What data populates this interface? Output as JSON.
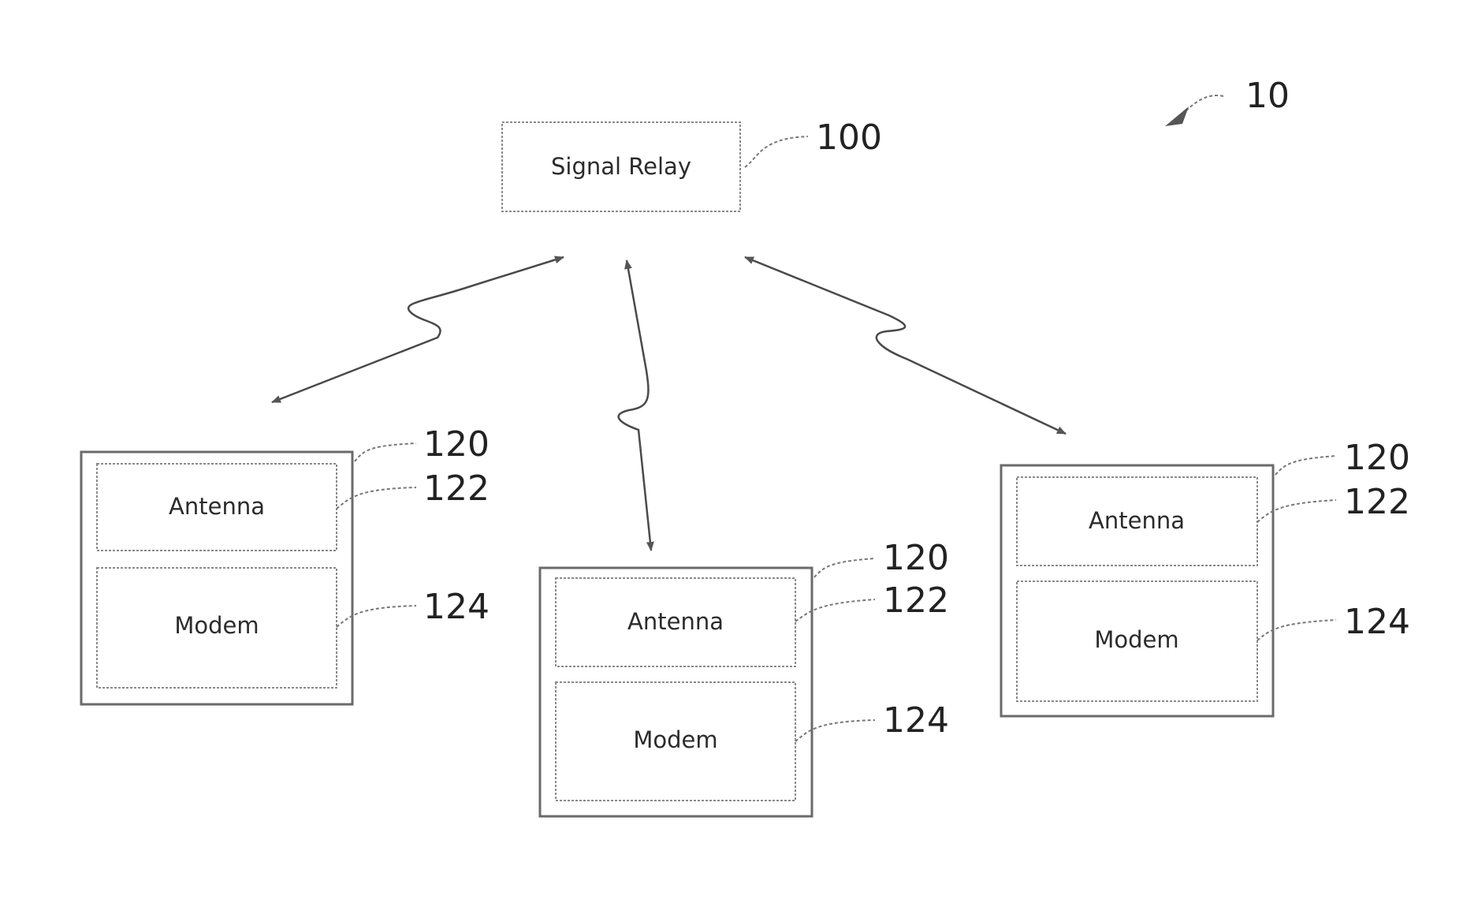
{
  "figure_ref": "10",
  "signal_relay": {
    "label": "Signal Relay",
    "ref": "100"
  },
  "devices": [
    {
      "ref": "120",
      "antenna": {
        "label": "Antenna",
        "ref": "122"
      },
      "modem": {
        "label": "Modem",
        "ref": "124"
      }
    },
    {
      "ref": "120",
      "antenna": {
        "label": "Antenna",
        "ref": "122"
      },
      "modem": {
        "label": "Modem",
        "ref": "124"
      }
    },
    {
      "ref": "120",
      "antenna": {
        "label": "Antenna",
        "ref": "122"
      },
      "modem": {
        "label": "Modem",
        "ref": "124"
      }
    }
  ],
  "colors": {
    "line": "#4a4a4a",
    "arrowhead": "#555555",
    "frame": "#6a6a6a",
    "text": "#2b2b2b"
  }
}
